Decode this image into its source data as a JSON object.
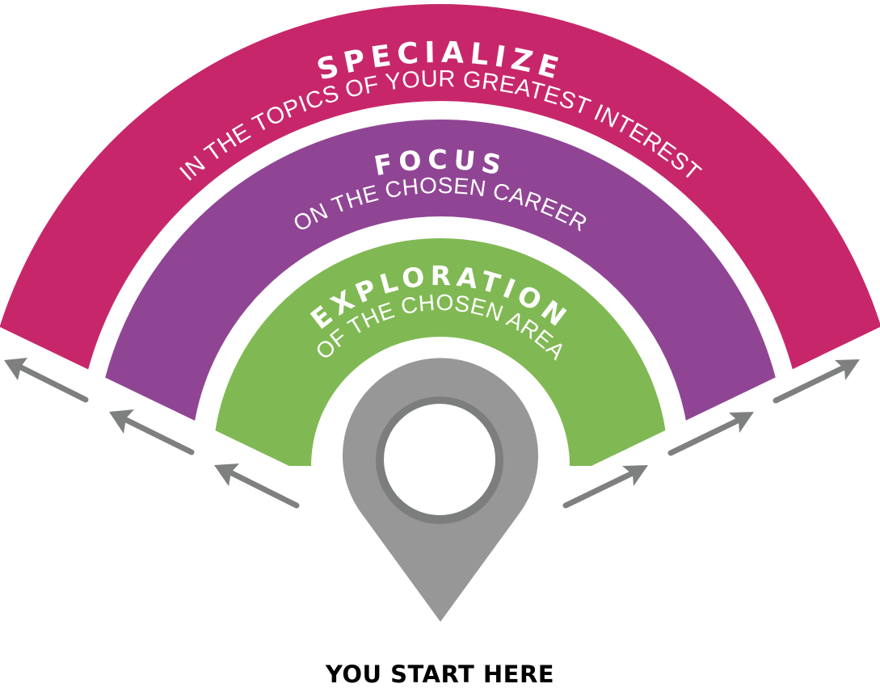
{
  "colors": {
    "specialize": "#C7276A",
    "focus": "#904594",
    "exploration": "#80B953",
    "pin": "#979797",
    "pin_ring": "#7C7E7D",
    "arrow": "#7E807F",
    "text_light": "#FFFFFF",
    "text_dark": "#000000"
  },
  "bands": [
    {
      "id": "specialize",
      "title": "SPECIALIZE",
      "subtitle": "IN THE TOPICS OF YOUR GREATEST INTEREST",
      "color": "#C7276A"
    },
    {
      "id": "focus",
      "title": "FOCUS",
      "subtitle": "ON THE CHOSEN CAREER",
      "color": "#904594"
    },
    {
      "id": "exploration",
      "title": "EXPLORATION",
      "subtitle": "OF THE CHOSEN AREA",
      "color": "#80B953"
    }
  ],
  "start": {
    "label": "YOU START HERE",
    "icon": "map-pin-icon"
  },
  "arrows": {
    "left": [
      "arrow-up-left",
      "arrow-up-left",
      "arrow-up-left"
    ],
    "right": [
      "arrow-up-right",
      "arrow-up-right",
      "arrow-up-right"
    ]
  }
}
